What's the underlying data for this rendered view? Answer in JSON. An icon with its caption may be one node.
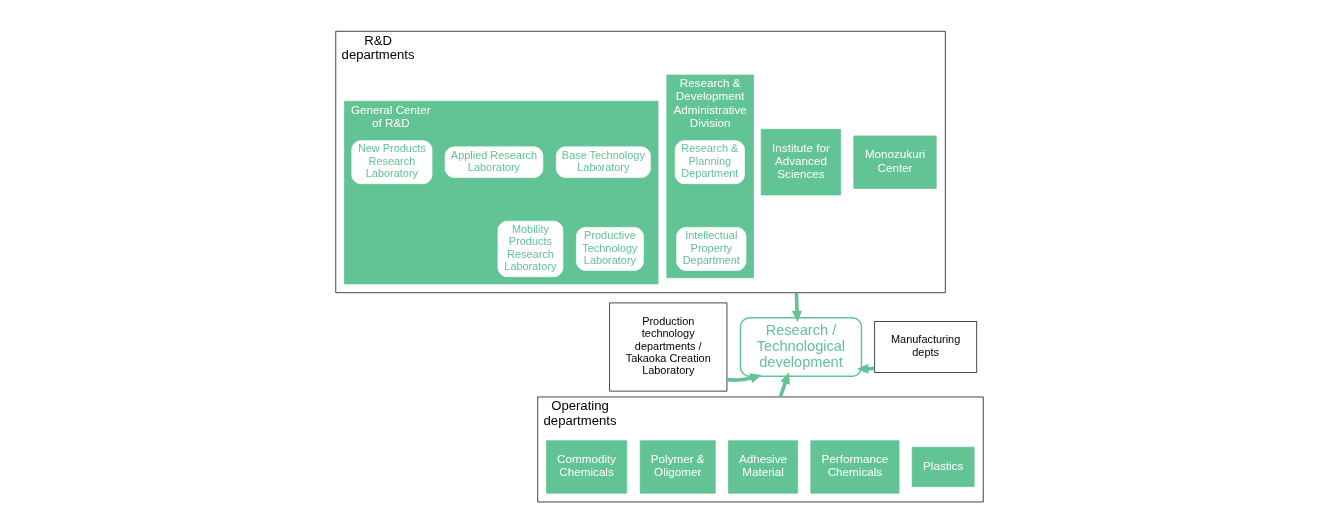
{
  "diagram": {
    "nodes": [
      {
        "text": [
          "R&D departments"
        ]
      },
      {
        "text": [
          "Research & Development Administrative Division"
        ],
        "in": 0
      },
      {
        "text": [
          "Research & Planning Department"
        ],
        "in": 1
      },
      {
        "text": [
          "Intellectual Property Department"
        ],
        "in": 1
      },
      {
        "text": [
          "General Center of R&D"
        ],
        "in": 0
      },
      {
        "text": [
          "Base Technology Laboratory"
        ],
        "in": 4
      },
      {
        "text": [
          "Applied Research Laboratory"
        ],
        "in": 4
      },
      {
        "text": [
          "New Products Research Laboratory"
        ],
        "in": 4
      },
      {
        "text": [
          "Productive Technology Laboratory"
        ],
        "in": 4
      },
      {
        "text": [
          "Mobility Products Research Laboratory"
        ],
        "in": 4
      },
      {
        "text": [
          "Institute for Advanced Sciences"
        ],
        "in": 0
      },
      {
        "text": [
          "Monozukuri Center"
        ],
        "in": 0
      },
      {
        "text": [
          "Production technology departments / Takaoka Creation Laboratory"
        ]
      },
      {
        "text": [
          "Research / Technological development"
        ]
      },
      {
        "text": [
          "Manufacturing depts"
        ]
      },
      {
        "text": [
          "Operating departments"
        ]
      },
      {
        "text": [
          "Commodity Chemicals"
        ],
        "in": 15
      },
      {
        "text": [
          "Polymer & Oligomer"
        ],
        "in": 15
      },
      {
        "text": [
          "Adhesive Material"
        ],
        "in": 15
      },
      {
        "text": [
          "Performance Chemicals"
        ],
        "in": 15
      },
      {
        "text": [
          "Plastics"
        ],
        "in": 15
      }
    ],
    "edges": [
      {
        "from": 0,
        "to": 13,
        "arrow": "to"
      },
      {
        "from": 12,
        "to": 13,
        "arrow": "to"
      },
      {
        "from": 14,
        "to": 13,
        "arrow": "to"
      },
      {
        "from": 15,
        "to": 13,
        "arrow": "to"
      }
    ]
  }
}
